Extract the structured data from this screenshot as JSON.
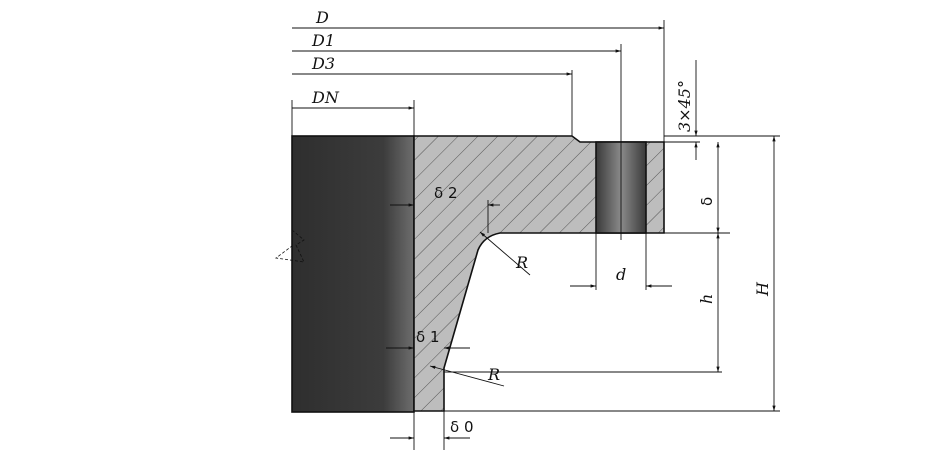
{
  "colors": {
    "section_fill": "#bdbdbd",
    "hatch": "#555555",
    "pipe_dark": "#2e2e2e",
    "pipe_light": "#6e6e6e",
    "bolt_dark": "#3a3a3a",
    "bolt_light": "#8a8a8a",
    "line": "#111111"
  },
  "labels": {
    "D": "D",
    "D1": "D1",
    "D3": "D3",
    "DN": "DN",
    "chamfer": "3×45°",
    "delta": "δ",
    "delta2": "δ 2",
    "delta1": "δ 1",
    "delta0": "δ 0",
    "d": "d",
    "h": "h",
    "H": "H",
    "R_upper": "R",
    "R_lower": "R"
  }
}
